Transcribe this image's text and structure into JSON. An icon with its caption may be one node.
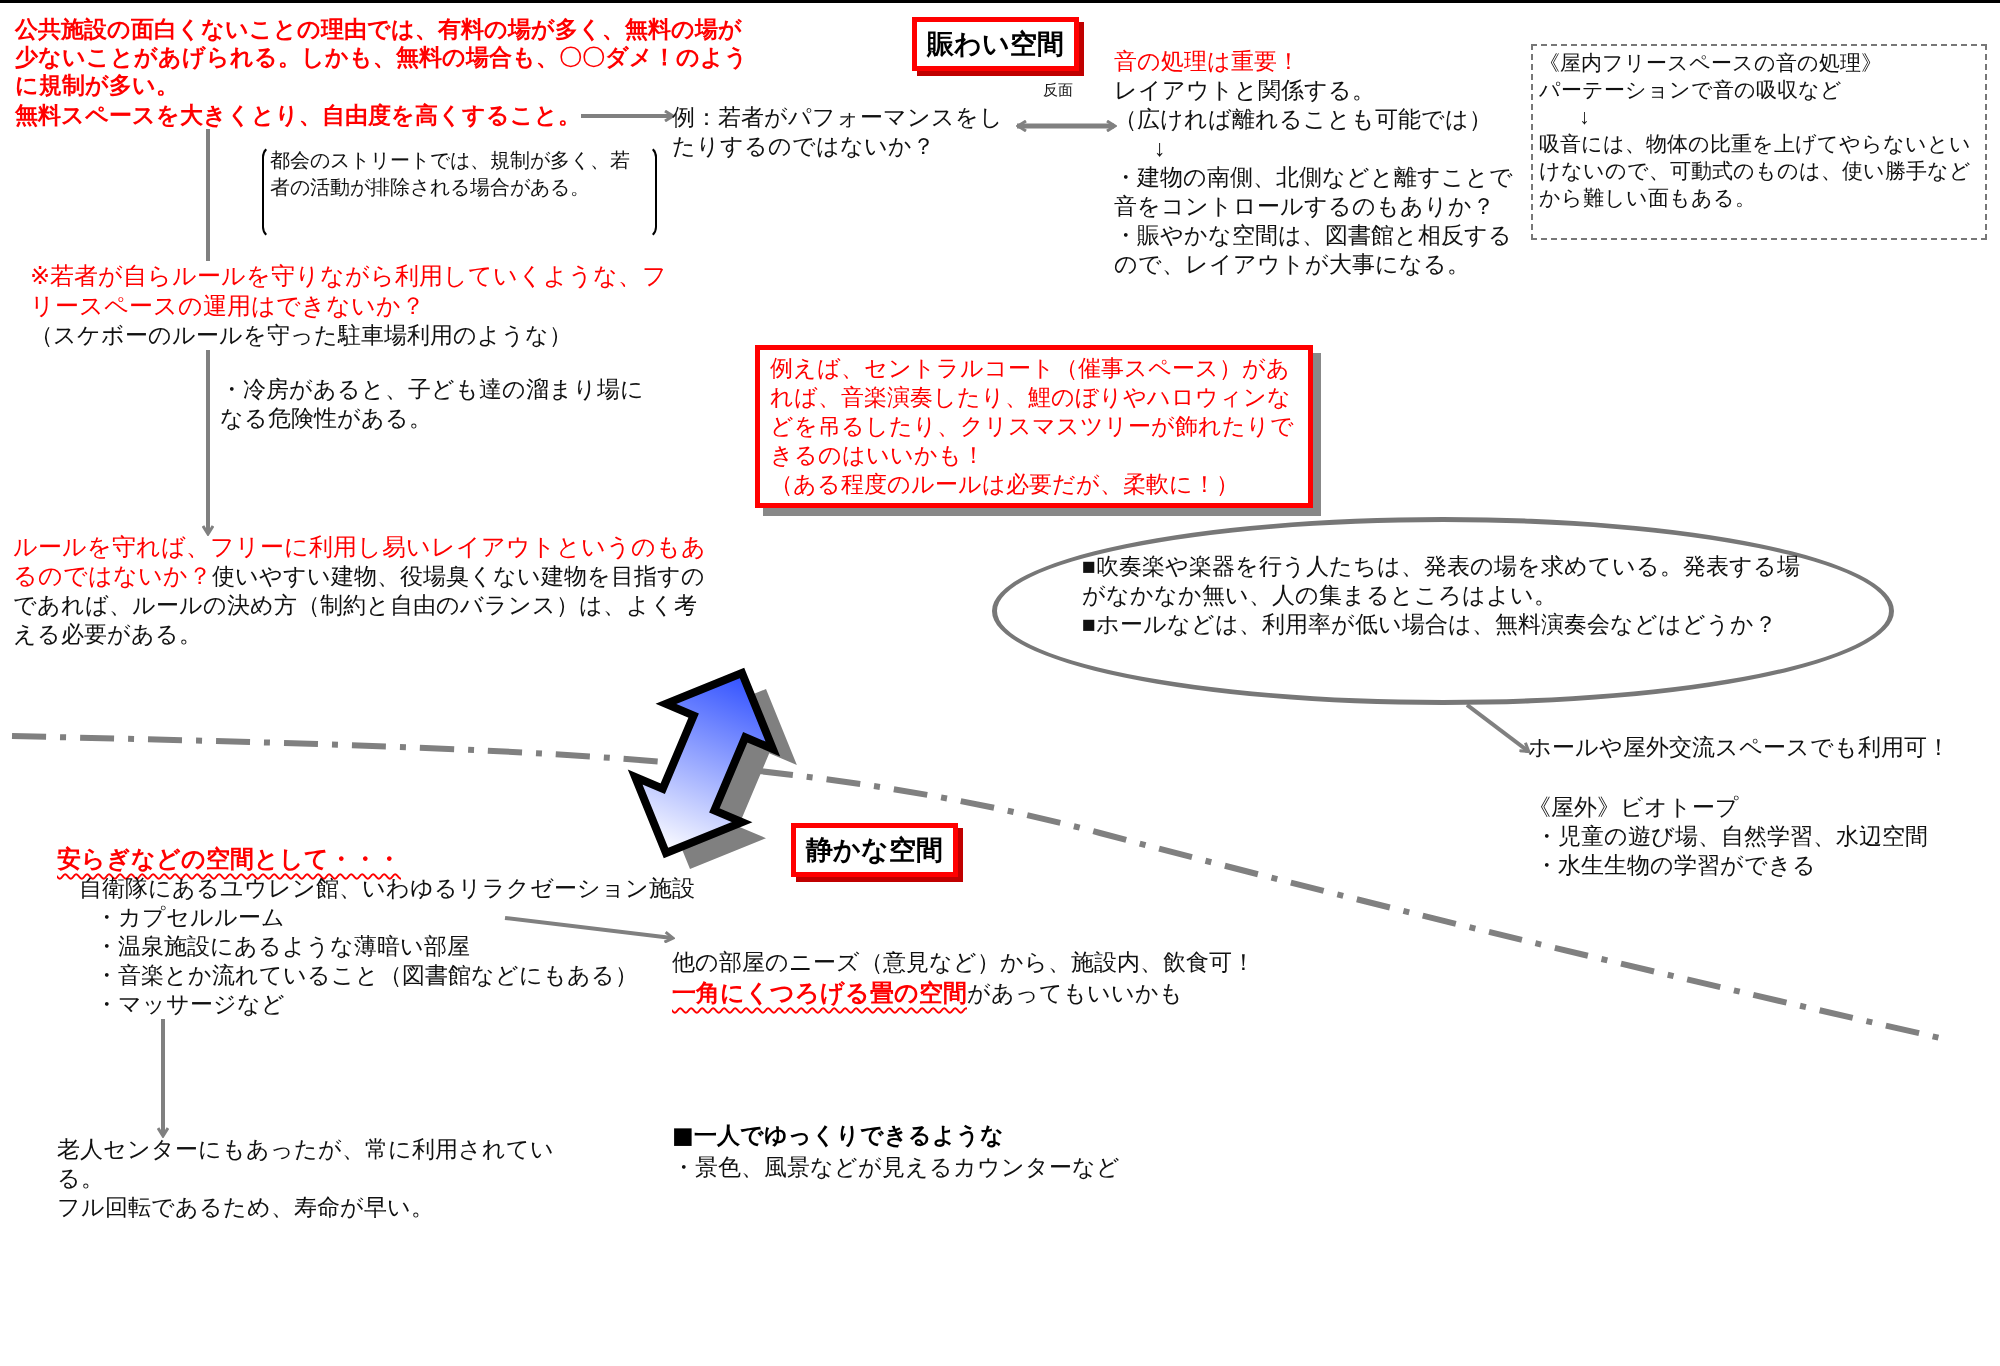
{
  "diagram": {
    "nodes": [
      {
        "text": [
          "公共施設の面白くないことの理由では、有料の場が多く、無料の場が少ないことがあげられる。しかも、無料の場合も、〇〇ダメ！のように規制が多い。"
        ]
      },
      {
        "text": [
          "無料スペースを大きくとり、自由度を高くすること。"
        ]
      },
      {
        "text": [
          "例：若者がパフォーマンスをしたりするのではないか？"
        ]
      },
      {
        "text": [
          "賑わい空間"
        ]
      },
      {
        "text": [
          "都会のストリートでは、規制が多く、若者の活動が排除される場合がある。"
        ]
      },
      {
        "text": [
          "音の処理は重要！",
          "レイアウトと関係する。",
          "（広ければ離れることも可能では）",
          "↓",
          "・建物の南側、北側などと離すことで音をコントロールするのもありか？",
          "・賑やかな空間は、図書館と相反するので、レイアウトが大事になる。"
        ]
      },
      {
        "text": [
          "《屋内フリースペースの音の処理》",
          "パーテーションで音の吸収など",
          "↓",
          "吸音には、物体の比重を上げてやらないといけないので、可動式のものは、使い勝手などから難しい面もある。"
        ]
      },
      {
        "text": [
          "※若者が自らルールを守りながら利用していくような、フリースペースの運用はできないか？",
          "（スケボーのルールを守った駐車場利用のような）"
        ]
      },
      {
        "text": [
          "ルールを守れば、フリーに利用し易いレイアウトというのもあるのではないか？",
          "使いやすい建物、役場臭くない建物を目指すのであれば、ルールの決め方（制約と自由のバランス）は、よく考える必要がある。"
        ]
      },
      {
        "text": [
          "例えば、セントラルコート（催事スペース）があれば、音楽演奏したり、鯉のぼりやハロウィンなどを吊るしたり、クリスマスツリーが飾れたりできるのはいいかも！",
          "（ある程度のルールは必要だが、柔軟に！）"
        ]
      },
      {
        "text": [
          "■吹奏楽や楽器を行う人たちは、発表の場を求めている。発表する場がなかなか無い、人の集まるところはよい。",
          "■ホールなどは、利用率が低い場合は、無料演奏会などはどうか？"
        ]
      },
      {
        "text": [
          "ホールや屋外交流スペースでも利用可！"
        ]
      },
      {
        "text": [
          "静かな空間"
        ]
      },
      {
        "text": [
          "安らぎなどの空間として・・・",
          "自衛隊にあるユウレン館、いわゆるリラクゼーション施設",
          "・カプセルルーム",
          "・温泉施設にあるような薄暗い部屋",
          "・音楽とか流れていること（図書館などにもある）",
          "・マッサージなど"
        ]
      },
      {
        "text": [
          "他の部屋のニーズ（意見など）から、施設内、飲食可！",
          "一角にくつろげる畳の空間",
          "があってもいいかも"
        ]
      },
      {
        "text": [
          "老人センターにもあったが、常に利用されている。",
          "フル回転であるため、寿命が早い。"
        ]
      }
    ],
    "edges": [
      {
        "from": 1,
        "to": 2,
        "arrow": "to"
      },
      {
        "from": 2,
        "to": 5,
        "arrow": "both",
        "label": "反面"
      },
      {
        "from": 1,
        "to": 7,
        "arrow": "none"
      },
      {
        "from": 7,
        "to": 8,
        "arrow": "to",
        "label": "・冷房があると、子ども達の溜まり場になる危険性がある。"
      },
      {
        "from": 10,
        "to": 11,
        "arrow": "to"
      },
      {
        "from": 13,
        "to": 14,
        "arrow": "to"
      },
      {
        "from": 13,
        "to": 15,
        "arrow": "to"
      },
      {
        "from": 8,
        "to": 13,
        "arrow": "both",
        "style": "thick"
      }
    ],
    "labels": [
      "《屋外》ビオトープ",
      "・児童の遊び場、自然学習、水辺空間",
      "・水生生物の学習ができる",
      "■一人でゆっくりできるような",
      "・景色、風景などが見えるカウンターなど"
    ]
  }
}
